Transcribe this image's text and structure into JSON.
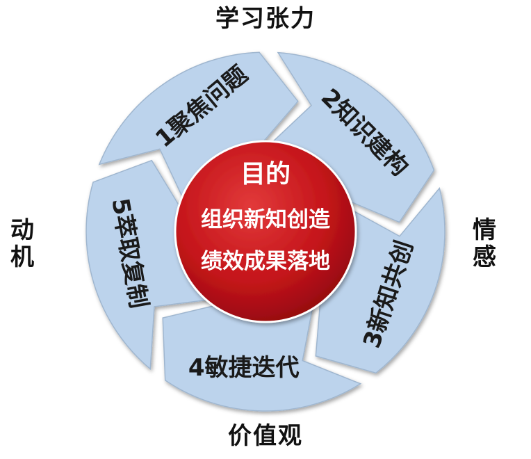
{
  "labels": {
    "top": "学习张力",
    "bottom": "价值观",
    "left": "动机",
    "right": "情感"
  },
  "segments": [
    {
      "label": "1聚焦问题"
    },
    {
      "label": "2知识建构"
    },
    {
      "label": "3新知共创"
    },
    {
      "label": "4敏捷迭代"
    },
    {
      "label": "5萃取复制"
    }
  ],
  "center": {
    "title": "目的",
    "lines": [
      "组织新知创造",
      "绩效成果落地"
    ]
  },
  "colors": {
    "segment_fill": "#bcd3ec",
    "segment_stroke": "#9fb6cf",
    "center_fill": "#c4141a",
    "center_text": "#ffffff"
  }
}
